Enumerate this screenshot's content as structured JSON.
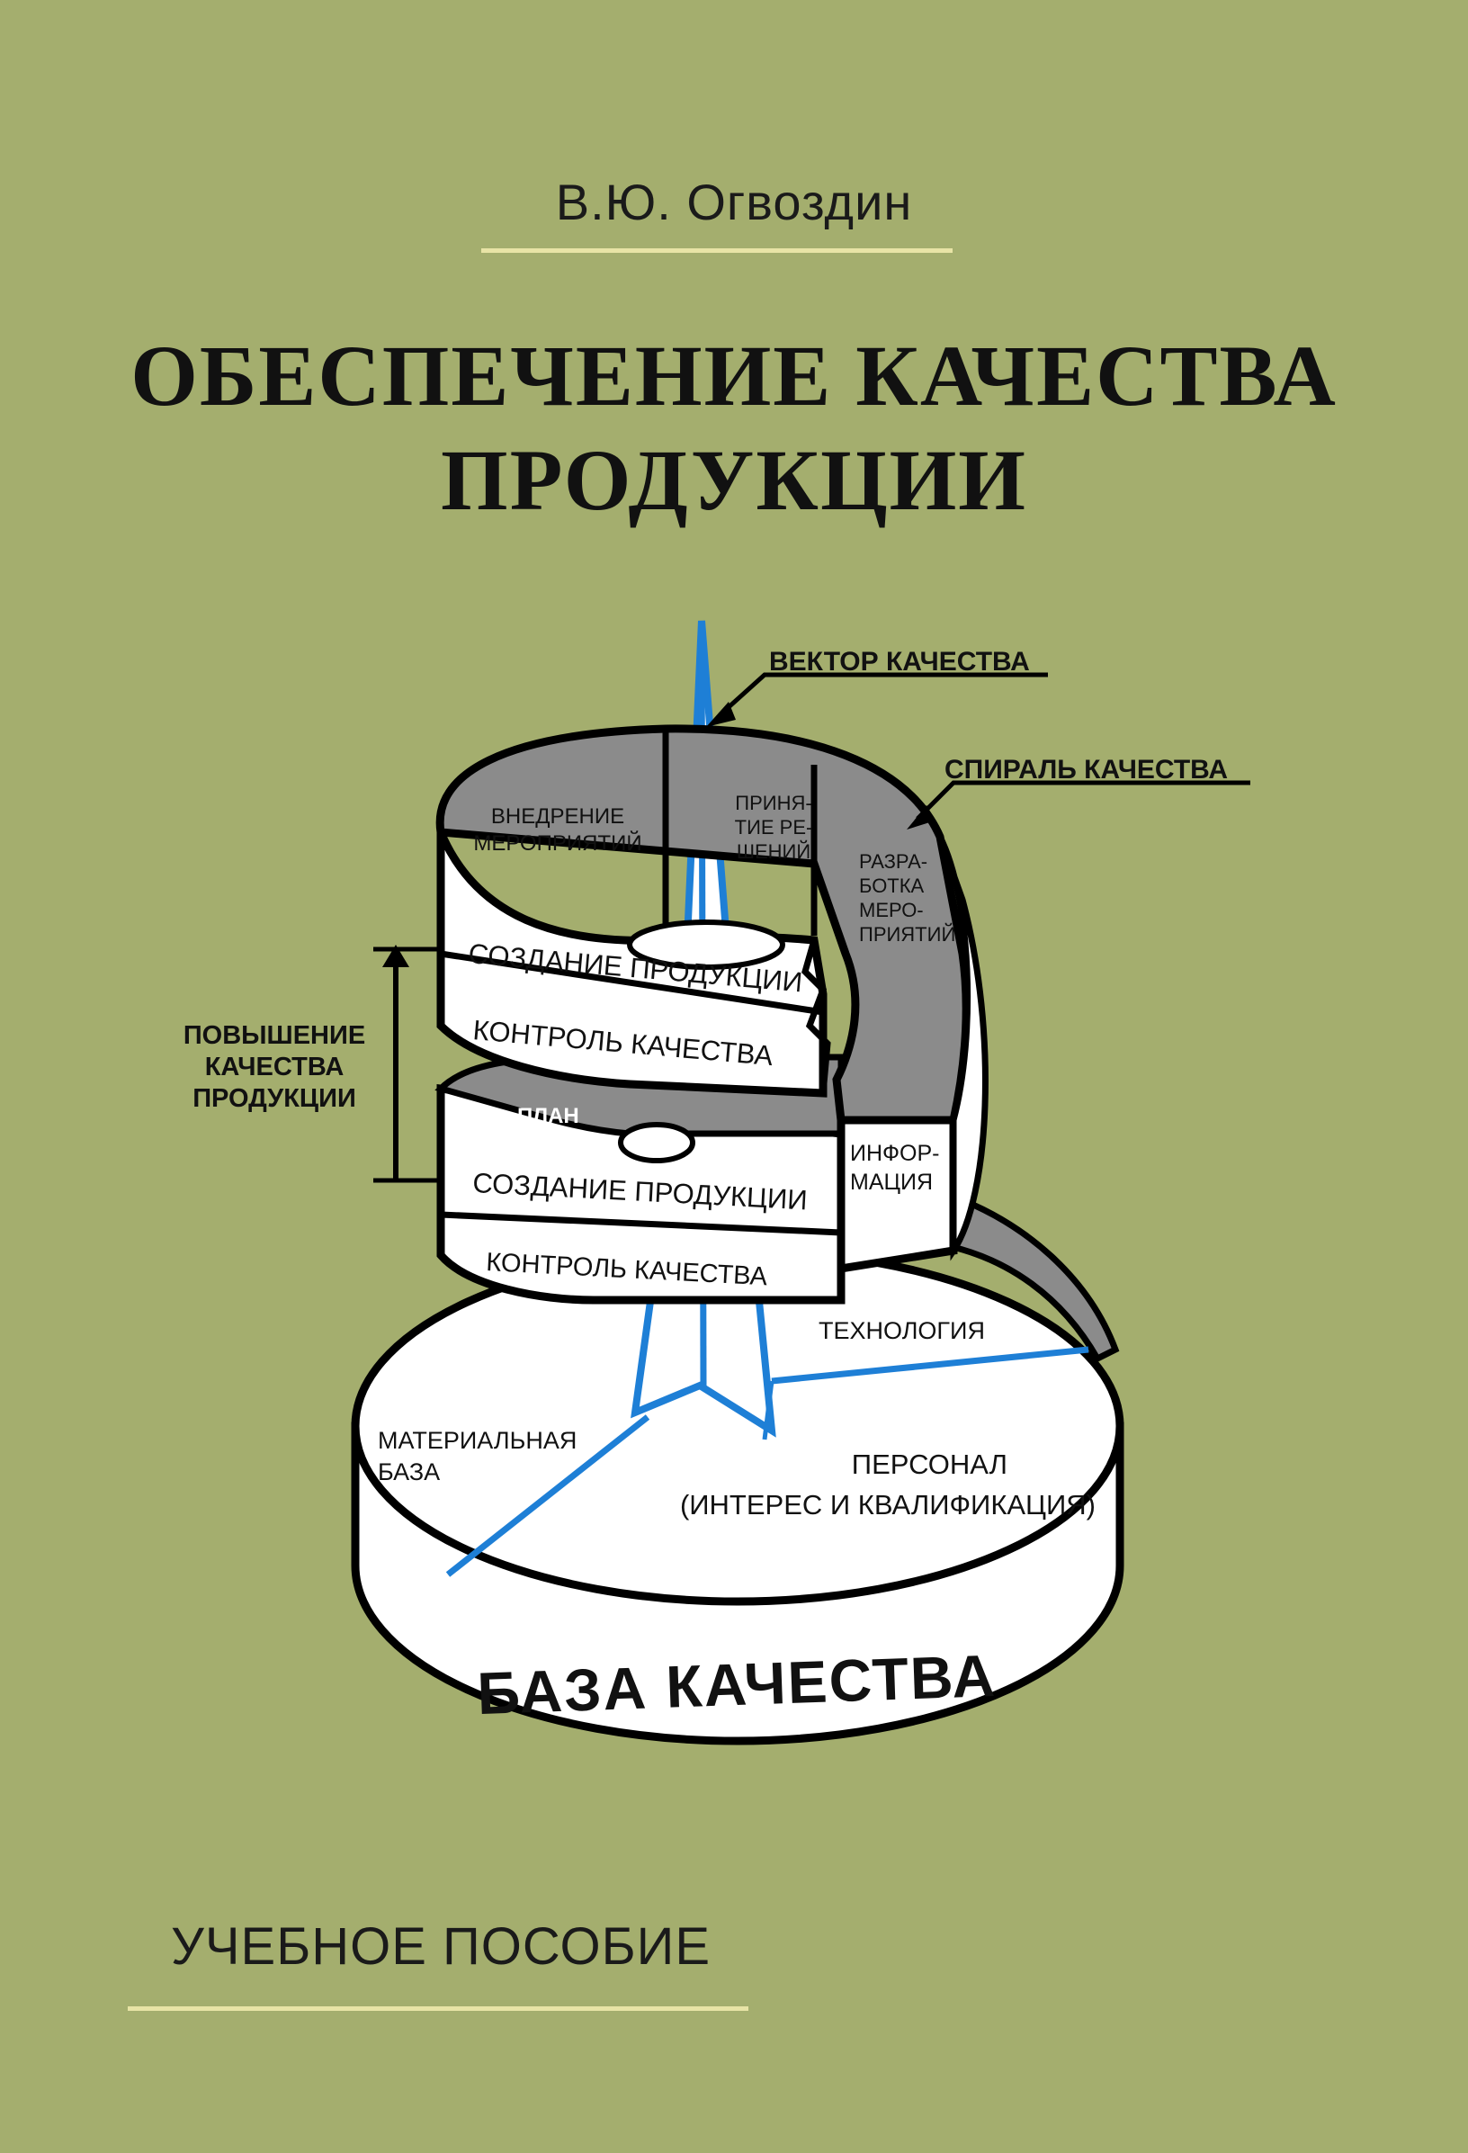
{
  "cover": {
    "author": "В.Ю. Огвоздин",
    "title_line1": "ОБЕСПЕЧЕНИЕ КАЧЕСТВА",
    "title_line2": "ПРОДУКЦИИ",
    "subtitle": "УЧЕБНОЕ ПОСОБИЕ"
  },
  "diagram": {
    "vector_label": "ВЕКТОР КАЧЕСТВА",
    "spiral_label": "СПИРАЛЬ КАЧЕСТВА",
    "improve_label": [
      "ПОВЫШЕНИЕ",
      "КАЧЕСТВА",
      "ПРОДУКЦИИ"
    ],
    "top_sectors": {
      "implement": [
        "ВНЕДРЕНИЕ",
        "МЕРОПРИЯТИЙ"
      ],
      "decision": [
        "ПРИНЯ-",
        "ТИЕ РЕ-",
        "ШЕНИЙ"
      ],
      "develop": [
        "РАЗРА-",
        "БОТКА",
        "МЕРО-",
        "ПРИЯТИЙ"
      ]
    },
    "upper_band_create": "СОЗДАНИЕ ПРОДУКЦИИ",
    "upper_band_control": "КОНТРОЛЬ КАЧЕСТВА",
    "plan_label": "ПЛАН",
    "lower_band_create": "СОЗДАНИЕ ПРОДУКЦИИ",
    "lower_band_control": "КОНТРОЛЬ КАЧЕСТВА",
    "info_label": [
      "ИНФОР-",
      "МАЦИЯ"
    ],
    "technology_label": "ТЕХНОЛОГИЯ",
    "material_label": [
      "МАТЕРИАЛЬНАЯ",
      "БАЗА"
    ],
    "personnel_label": [
      "ПЕРСОНАЛ",
      "(ИНТЕРЕС И КВАЛИФИКАЦИЯ)"
    ],
    "base_label": "БАЗА КАЧЕСТВА"
  },
  "colors": {
    "background": "#a4ae6e",
    "accent_rule": "#e8e4a6",
    "vector_blue": "#1e7fd6",
    "sector_gray": "#8b8b8b",
    "outline": "#000000"
  }
}
